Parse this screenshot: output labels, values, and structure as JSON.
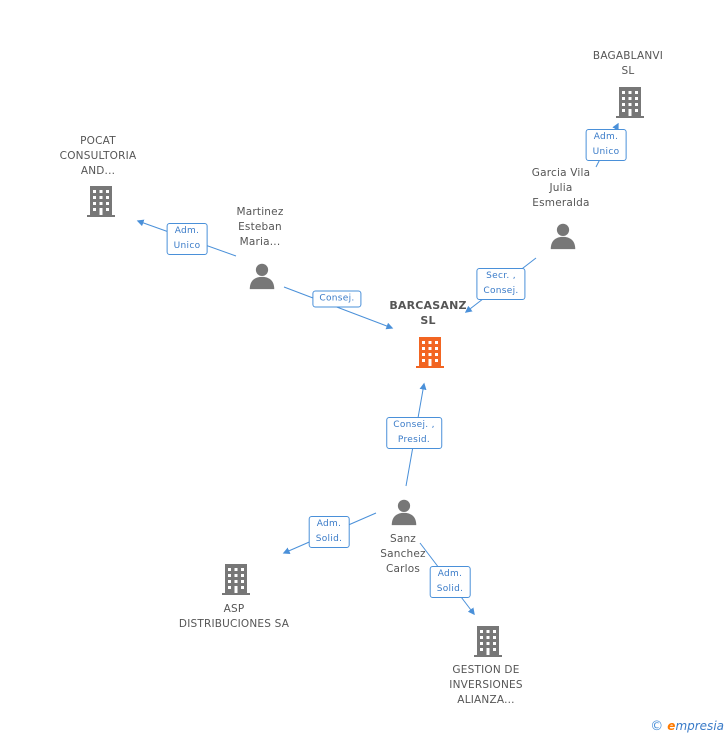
{
  "colors": {
    "edge": "#4a90d9",
    "company": "#777777",
    "main_company": "#f26522",
    "person": "#777777",
    "label": "#555555"
  },
  "nodes": {
    "main": {
      "lines": [
        "BARCASANZ",
        "SL"
      ]
    },
    "bagablanvi": {
      "lines": [
        "BAGABLANVI",
        "SL"
      ]
    },
    "pocat": {
      "lines": [
        "POCAT",
        "CONSULTORIA",
        "AND..."
      ]
    },
    "martinez": {
      "lines": [
        "Martinez",
        "Esteban",
        "Maria..."
      ]
    },
    "garcia": {
      "lines": [
        "Garcia Vila",
        "Julia",
        "Esmeralda"
      ]
    },
    "sanz": {
      "lines": [
        "Sanz",
        "Sanchez",
        "Carlos"
      ]
    },
    "asp": {
      "lines": [
        "ASP",
        "DISTRIBUCIONES SA"
      ]
    },
    "gestion": {
      "lines": [
        "GESTION DE",
        "INVERSIONES",
        "ALIANZA..."
      ]
    }
  },
  "relations": {
    "garcia_bagablanvi": [
      "Adm.",
      "Unico"
    ],
    "martinez_pocat": [
      "Adm.",
      "Unico"
    ],
    "martinez_main": [
      "Consej."
    ],
    "garcia_main": [
      "Secr. ,",
      "Consej."
    ],
    "sanz_main": [
      "Consej. ,",
      "Presid."
    ],
    "sanz_asp": [
      "Adm.",
      "Solid."
    ],
    "sanz_gestion": [
      "Adm.",
      "Solid."
    ]
  },
  "footer": {
    "copyright": "©",
    "brand_initial": "e",
    "brand_rest": "mpresia"
  }
}
